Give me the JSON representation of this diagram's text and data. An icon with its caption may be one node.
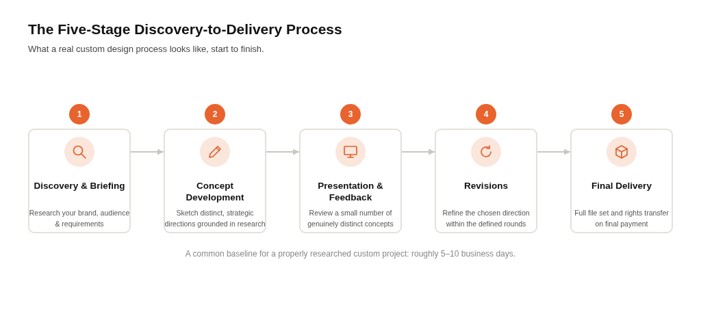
{
  "diagram": {
    "title": "The Five-Stage Discovery-to-Delivery Process",
    "caption": "A common baseline for a properly researched custom project: roughly 5–10 business days.",
    "nodes": [
      {
        "text": [
          "Discovery & Briefing",
          "Research your brand, audience & requirements"
        ],
        "beside": [
          "1"
        ]
      },
      {
        "text": [
          "Concept Development",
          "Sketch distinct, strategic directions grounded in research"
        ],
        "beside": [
          "2"
        ]
      },
      {
        "text": [
          "Presentation & Feedback",
          "Review a small number of genuinely distinct concepts"
        ],
        "beside": [
          "3"
        ]
      },
      {
        "text": [
          "Revisions",
          "Refine the chosen direction within the defined rounds"
        ],
        "beside": [
          "4"
        ]
      },
      {
        "text": [
          "Final Delivery",
          "Full file set and rights transfer on final payment"
        ],
        "beside": [
          "5"
        ]
      }
    ],
    "edges": [
      {
        "from": 0,
        "to": 1,
        "arrow": "to"
      },
      {
        "from": 1,
        "to": 2,
        "arrow": "to"
      },
      {
        "from": 2,
        "to": 3,
        "arrow": "to"
      },
      {
        "from": 3,
        "to": 4,
        "arrow": "to"
      }
    ],
    "labels": [
      "What a real custom design process looks like, start to finish."
    ]
  }
}
